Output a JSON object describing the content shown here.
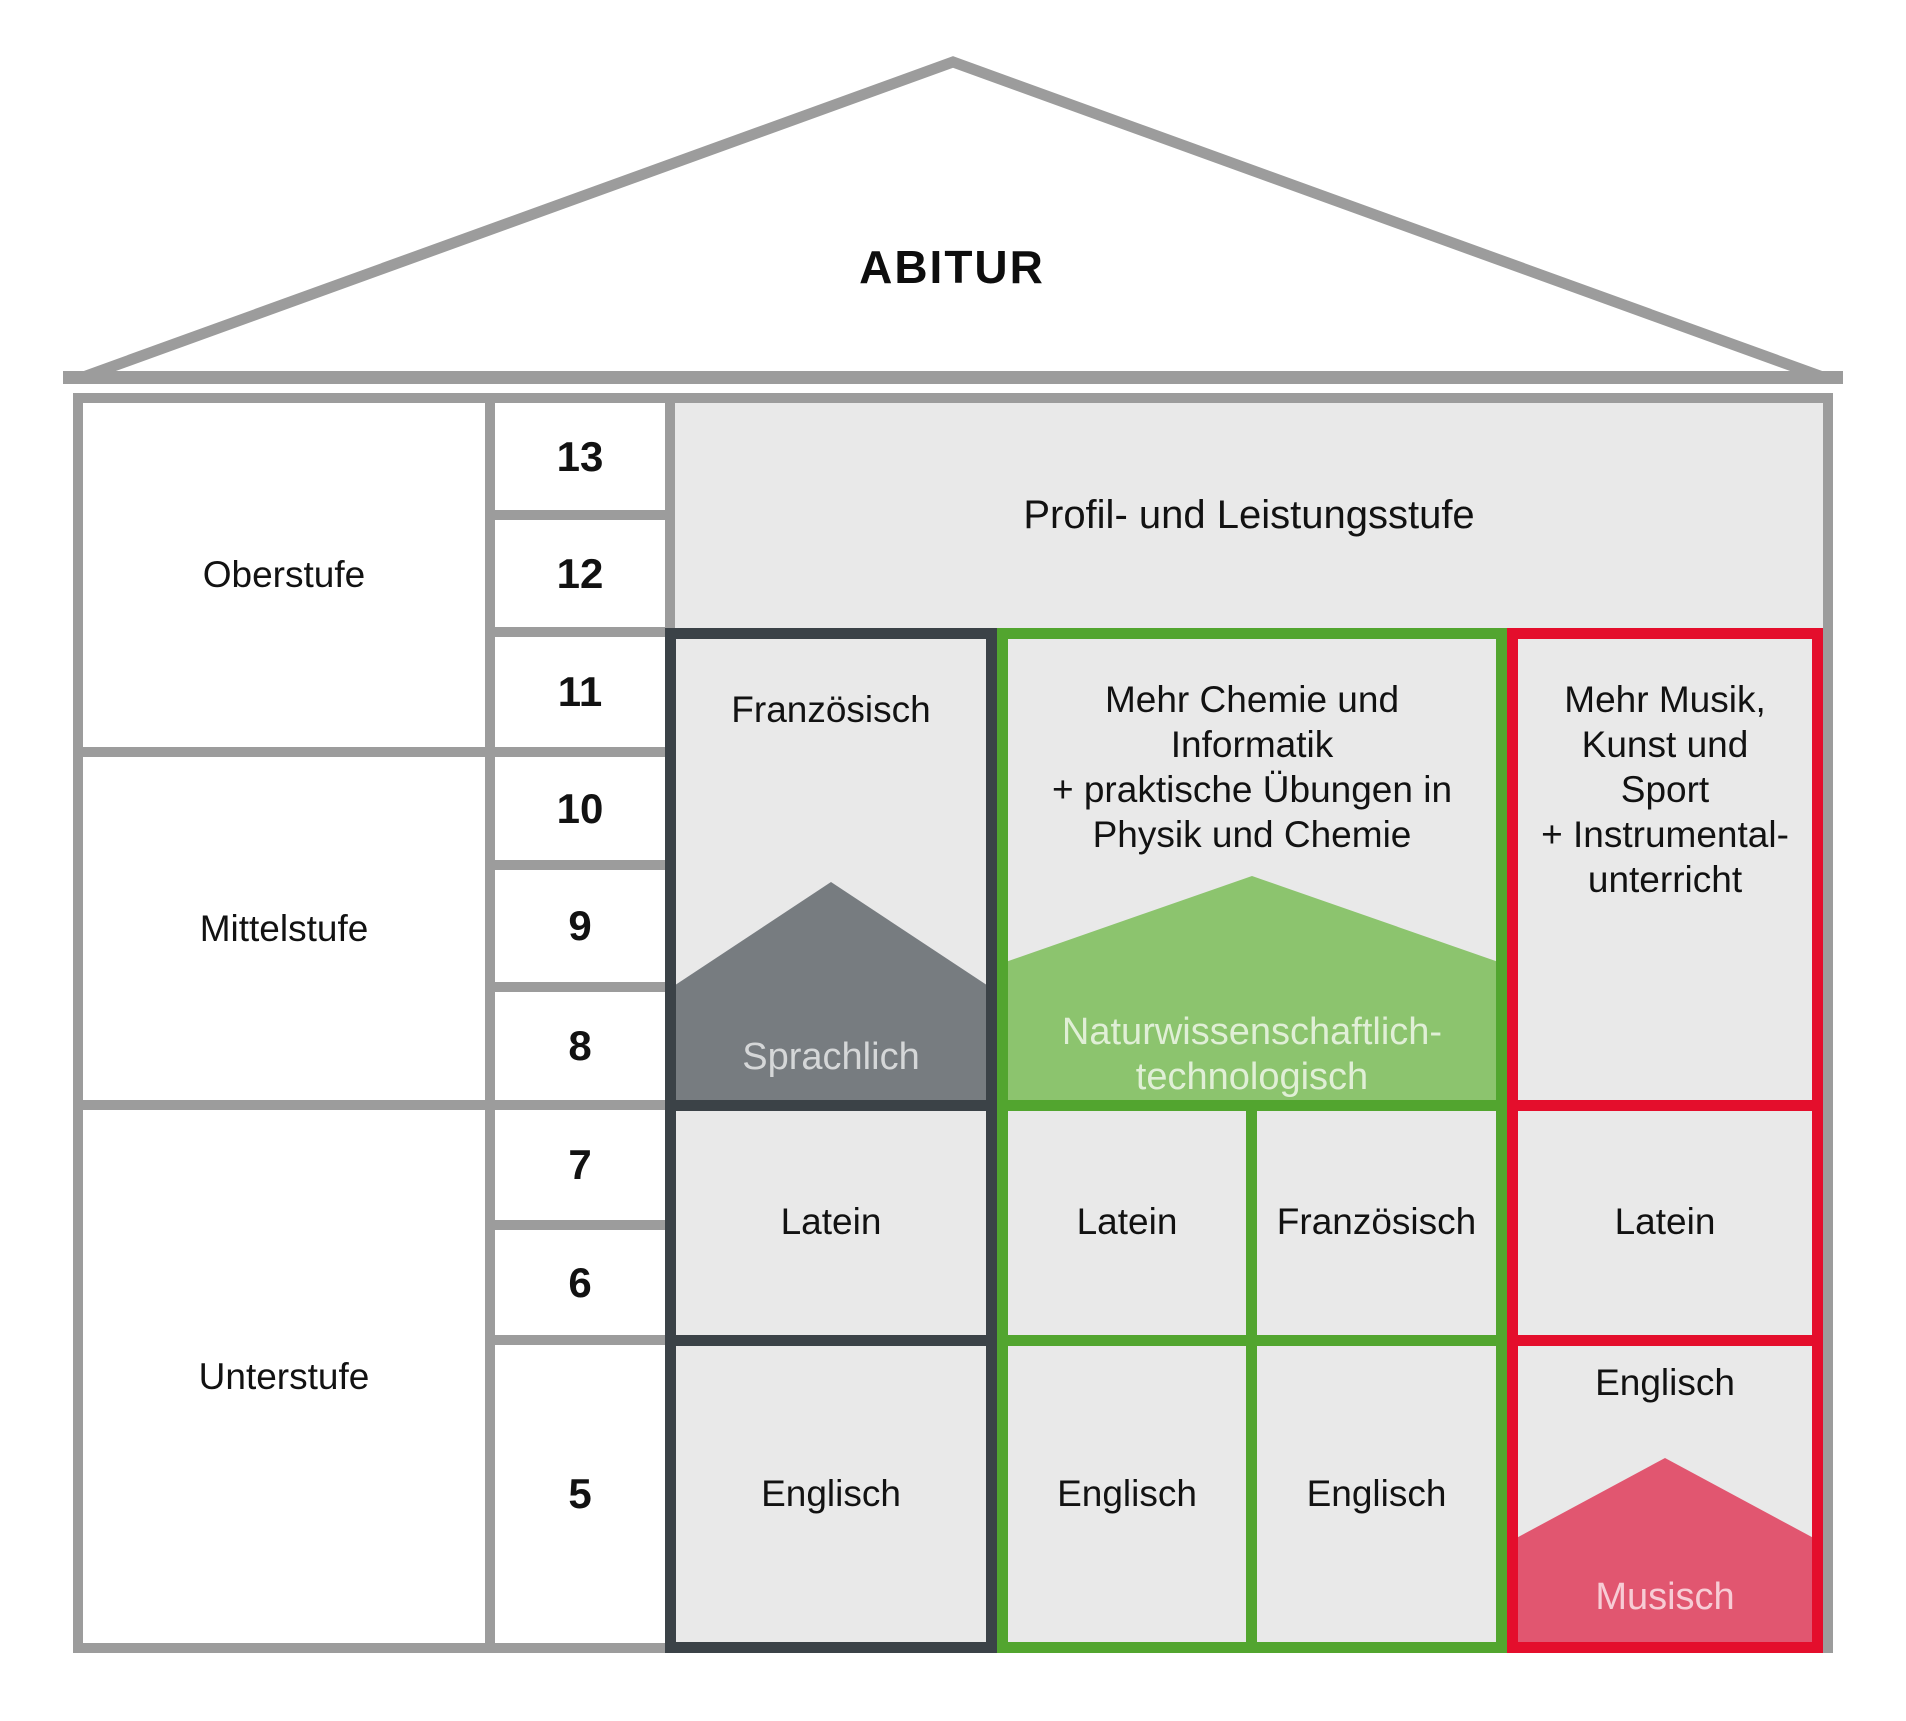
{
  "roof": {
    "title": "ABITUR"
  },
  "band": {
    "title": "Profil- und Leistungsstufe"
  },
  "stage_column": {
    "oberstufe": "Oberstufe",
    "mittelstufe": "Mittelstufe",
    "unterstufe": "Unterstufe"
  },
  "grades": [
    "13",
    "12",
    "11",
    "10",
    "9",
    "8",
    "7",
    "6",
    "5"
  ],
  "tracks": {
    "sprachlich": {
      "profile_subject": "Französisch",
      "banner_label": "Sprachlich",
      "middle_subject": "Latein",
      "lower_subject": "Englisch"
    },
    "naturwissenschaftlich_technologisch": {
      "profile_lines": [
        "Mehr Chemie und",
        "Informatik",
        "+ praktische Übungen in",
        "Physik und Chemie"
      ],
      "banner_lines": [
        "Naturwissenschaftlich-",
        "technologisch"
      ],
      "middle_subject_left": "Latein",
      "middle_subject_right": "Französisch",
      "lower_subject_left": "Englisch",
      "lower_subject_right": "Englisch"
    },
    "musisch": {
      "profile_lines": [
        "Mehr Musik,",
        "Kunst und",
        "Sport",
        "+ Instrumental-",
        "unterricht"
      ],
      "middle_subject": "Latein",
      "lower_subject": "Englisch",
      "banner_label": "Musisch"
    }
  },
  "colors": {
    "grid_gray": "#9c9c9c",
    "cell_gray": "#e9e9e9",
    "sprachlich_border": "#3b4247",
    "sprachlich_banner_fill": "#777c80",
    "nt_border": "#52a52f",
    "nt_banner_fill": "#8cc46e",
    "musisch_border": "#e40e2c",
    "musisch_banner_fill": "#e15670"
  }
}
